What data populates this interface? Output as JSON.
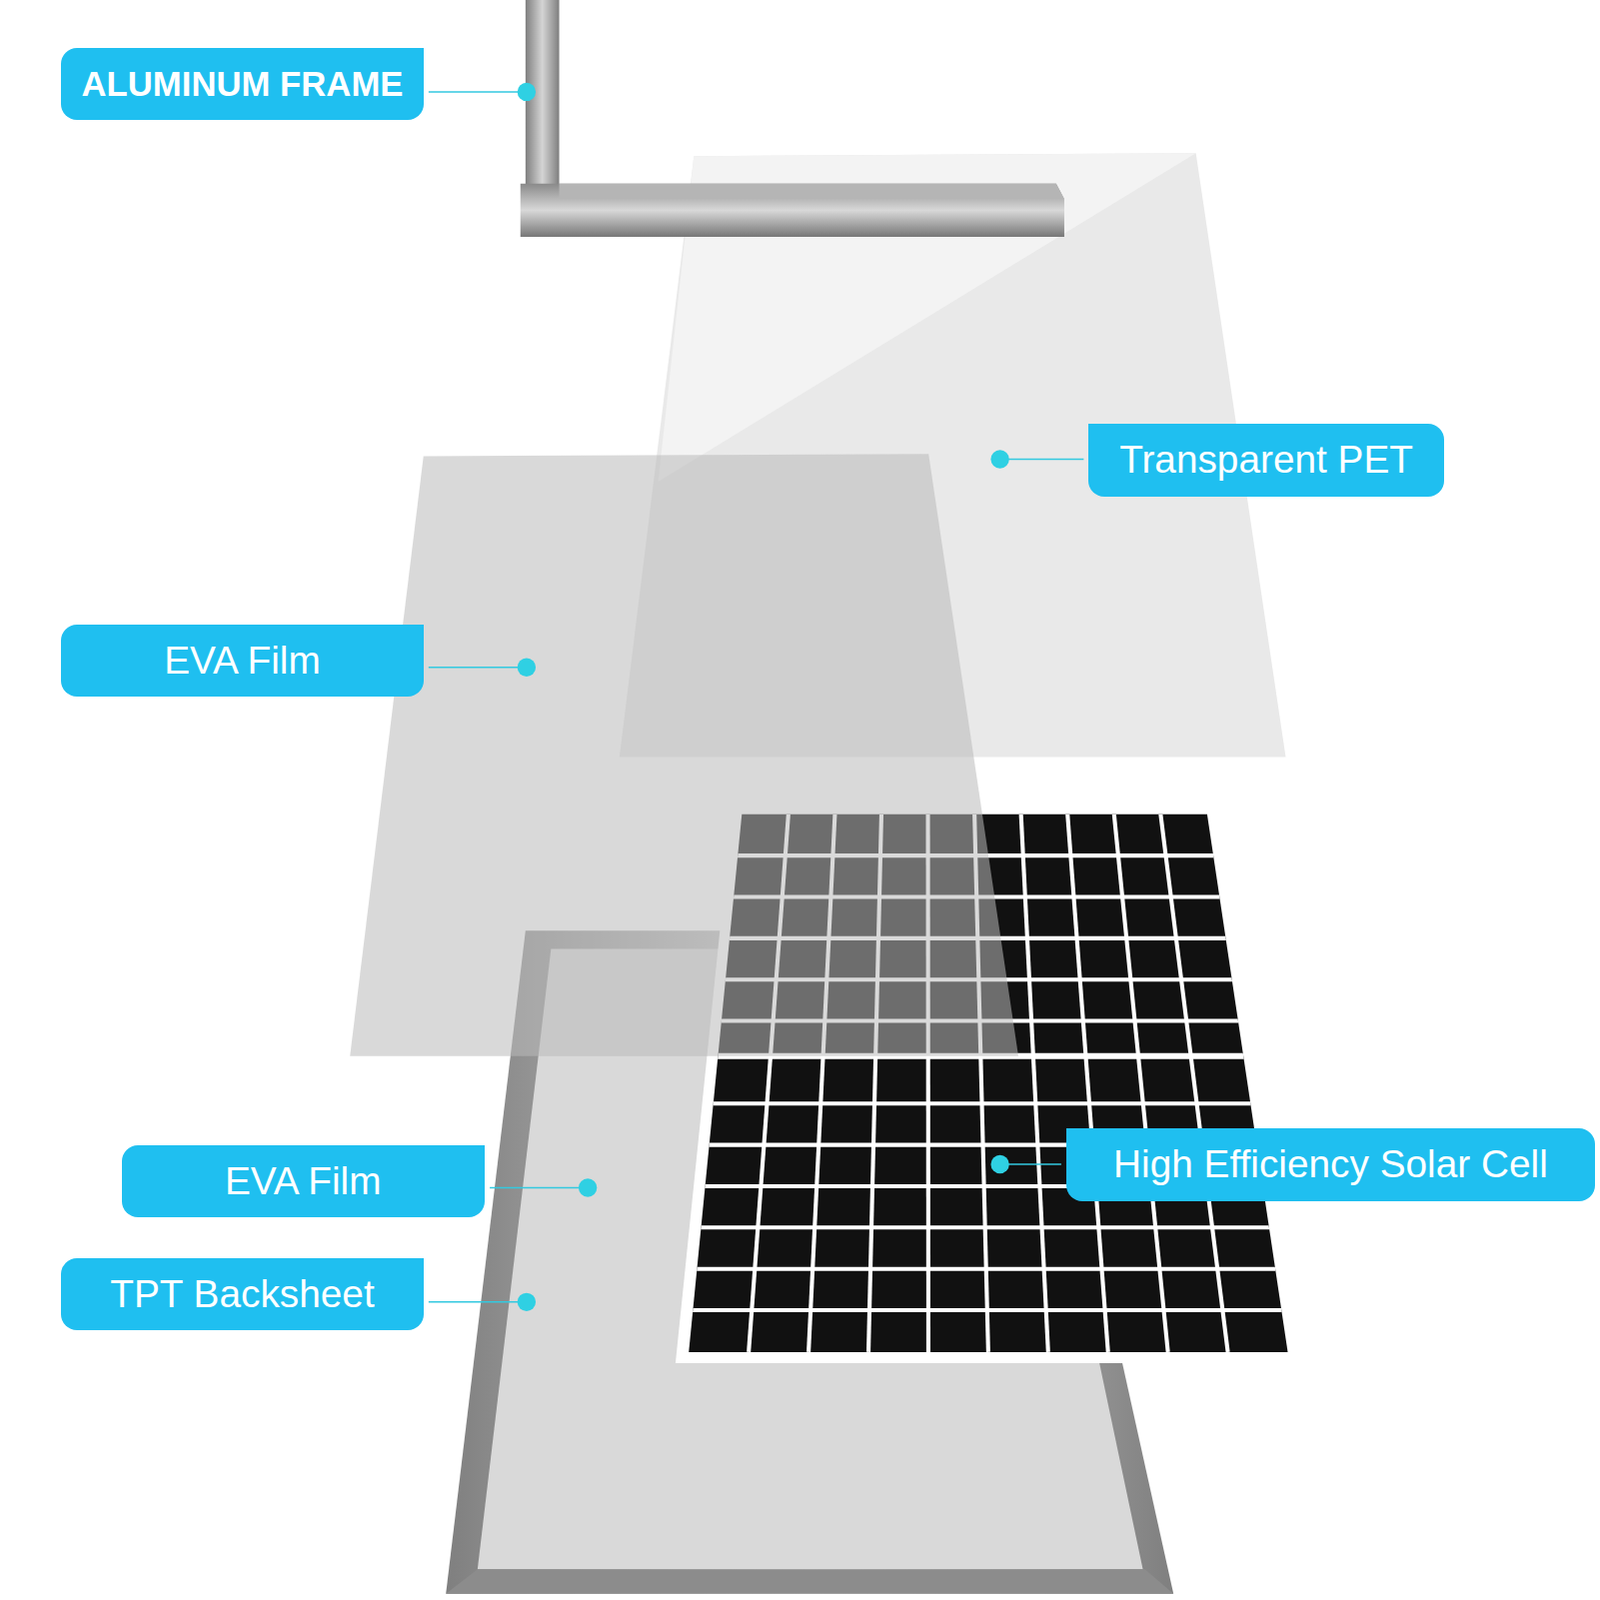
{
  "diagram": {
    "nodes": [
      {
        "text": [
          "ALUMINUM FRAME"
        ]
      },
      {
        "text": [
          "Transparent PET"
        ]
      },
      {
        "text": [
          "EVA Film"
        ]
      },
      {
        "text": [
          "High Efficiency Solar Cell"
        ]
      },
      {
        "text": [
          "EVA Film"
        ]
      },
      {
        "text": [
          "TPT Backsheet"
        ]
      }
    ]
  }
}
